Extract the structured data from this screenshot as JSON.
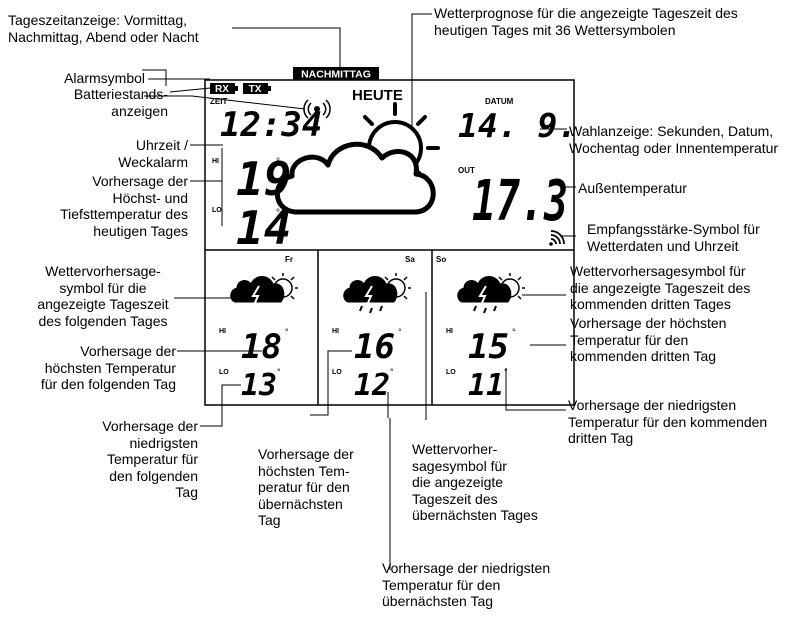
{
  "display": {
    "rx": "RX",
    "tx": "TX",
    "zeit": "ZEIT",
    "time": "12:34",
    "tageszeit": "NACHMITTAG",
    "heute": "HEUTE",
    "datum_label": "DATUM",
    "date": "14.  9.",
    "hi": "HI",
    "lo": "LO",
    "out": "OUT",
    "today_hi": "19",
    "today_lo": "14",
    "outdoor_temp": "17.3",
    "deg": "°"
  },
  "forecast": [
    {
      "day": "Fr",
      "hi": "18",
      "lo": "13",
      "icon": "thundercloud-sun-icon"
    },
    {
      "day": "Sa",
      "hi": "16",
      "lo": "12",
      "icon": "thundercloud-rain-sun-icon"
    },
    {
      "day": "So",
      "hi": "15",
      "lo": "11",
      "icon": "thundercloud-rain-sun-icon"
    }
  ],
  "labels": {
    "tageszeitanzeige": [
      "Tageszeitanzeige: Vormittag,",
      "Nachmittag, Abend oder Nacht"
    ],
    "wetterprognose": [
      "Wetterprognose für die angezeigte Tageszeit des",
      "heutigen Tages mit 36 Wettersymbolen"
    ],
    "alarmsymbol": [
      "Alarmsymbol"
    ],
    "batterie": [
      "Batteriestands-",
      "anzeigen"
    ],
    "uhrzeit": [
      "Uhrzeit /",
      "Weckalarm"
    ],
    "vorhersage_heute": [
      "Vorhersage der",
      "Höchst- und",
      "Tiefsttemperatur des",
      "heutigen Tages"
    ],
    "wahlanzeige": [
      "Wahlanzeige: Sekunden, Datum,",
      "Wochentag oder Innentemperatur"
    ],
    "aussentemperatur": [
      "Außentemperatur"
    ],
    "empfang": [
      "Empfangsstärke-Symbol für",
      "Wetterdaten und Uhrzeit"
    ],
    "symbol_folgetag": [
      "Wettervorhersage-",
      "symbol für die",
      "angezeigte Tageszeit",
      "des folgenden Tages"
    ],
    "hoechst_folgetag": [
      "Vorhersage der",
      "höchsten Temperatur",
      "für den folgenden Tag"
    ],
    "niedrig_folgetag": [
      "Vorhersage der",
      "niedrigsten",
      "Temperatur für",
      "den folgenden",
      "Tag"
    ],
    "hoechst_uebernaechst": [
      "Vorhersage der",
      "höchsten Tem-",
      "peratur für den",
      "übernächsten",
      "Tag"
    ],
    "symbol_uebernaechst": [
      "Wettervorher-",
      "sagesymbol für",
      "die angezeigte",
      "Tageszeit des",
      "übernächsten Tages"
    ],
    "niedrig_uebernaechst": [
      "Vorhersage der niedrigsten",
      "Temperatur für den",
      "übernächsten Tag"
    ],
    "symbol_dritter": [
      "Wettervorhersagesymbol für",
      "die angezeigte Tageszeit des",
      "kommenden dritten Tages"
    ],
    "hoechst_dritter": [
      "Vorhersage der höchsten",
      "Temperatur für den",
      "kommenden dritten Tag"
    ],
    "niedrig_dritter": [
      "Vorhersage der niedrigsten",
      "Temperatur für den kommenden",
      "dritten Tag"
    ]
  }
}
